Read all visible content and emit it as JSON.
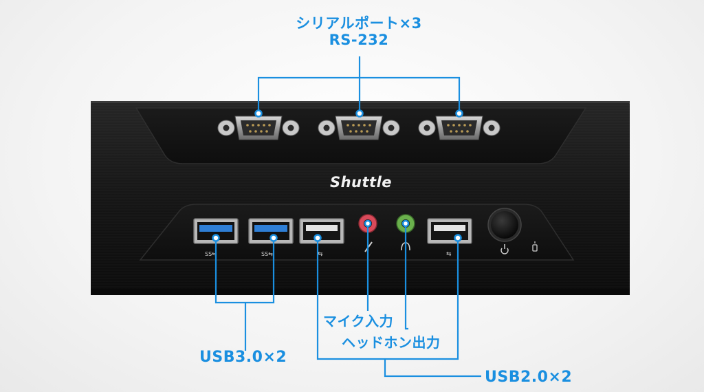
{
  "labels": {
    "serial_ports": "シリアルポート×3",
    "serial_standard": "RS-232",
    "usb3": "USB3.0×2",
    "mic_in": "マイク入力",
    "headphone_out": "ヘッドホン出力",
    "usb2": "USB2.0×2"
  },
  "device": {
    "brand": "Shuttle"
  },
  "colors": {
    "callout": "#1a8fe0",
    "chassis": "#141414",
    "usb3_blue": "#2f7fd6",
    "mic_pink": "#d94a5a",
    "headphone_green": "#6ab04c"
  }
}
